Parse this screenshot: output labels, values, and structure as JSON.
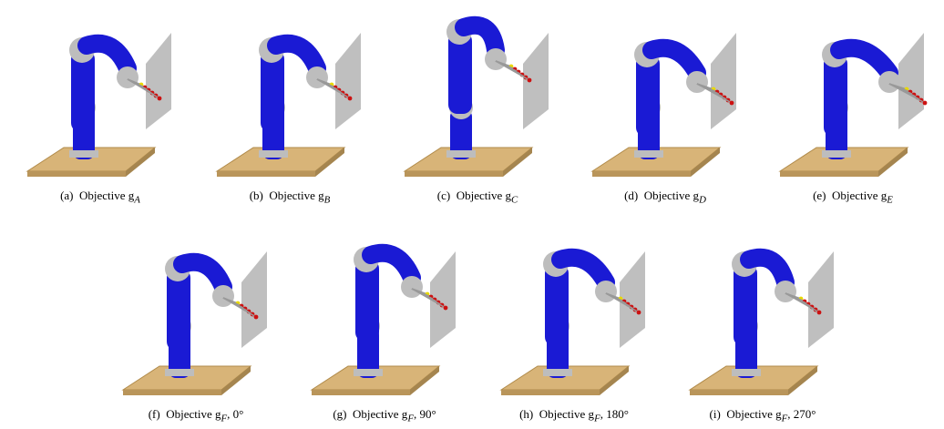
{
  "figure": {
    "panels": [
      {
        "label": "(a)",
        "text": "Objective g",
        "sub": "A",
        "suffix": ""
      },
      {
        "label": "(b)",
        "text": "Objective g",
        "sub": "B",
        "suffix": ""
      },
      {
        "label": "(c)",
        "text": "Objective g",
        "sub": "C",
        "suffix": ""
      },
      {
        "label": "(d)",
        "text": "Objective g",
        "sub": "D",
        "suffix": ""
      },
      {
        "label": "(e)",
        "text": "Objective g",
        "sub": "E",
        "suffix": ""
      },
      {
        "label": "(f)",
        "text": "Objective g",
        "sub": "F",
        "suffix": ", 0°"
      },
      {
        "label": "(g)",
        "text": "Objective g",
        "sub": "F",
        "suffix": ", 90°"
      },
      {
        "label": "(h)",
        "text": "Objective g",
        "sub": "F",
        "suffix": ", 180°"
      },
      {
        "label": "(i)",
        "text": "Objective g",
        "sub": "F",
        "suffix": ", 270°"
      }
    ],
    "colors": {
      "robot": "#1a1ad4",
      "joint": "#bdbdbd",
      "base": "#d8b478",
      "wall": "#b4b4b4",
      "target": "#cc1111",
      "highlight": "#e8d800"
    }
  }
}
